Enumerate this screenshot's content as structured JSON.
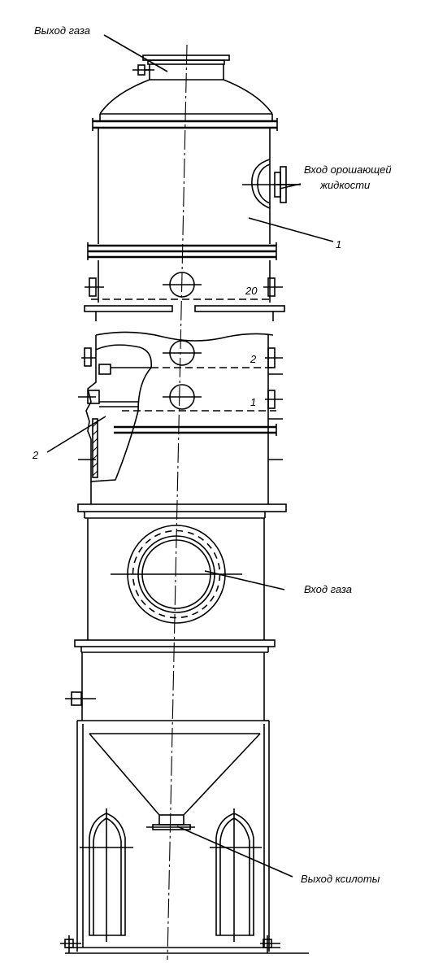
{
  "labels": {
    "gas_outlet": "Выход газа",
    "liquid_inlet_line1": "Вход орошающей",
    "liquid_inlet_line2": "жидкости",
    "gas_inlet": "Вход газа",
    "acid_outlet": "Выход ксилоты",
    "pos_1_main": "1",
    "pos_20": "20",
    "pos_2_right": "2",
    "pos_1_right": "1",
    "pos_2_left": "2"
  }
}
